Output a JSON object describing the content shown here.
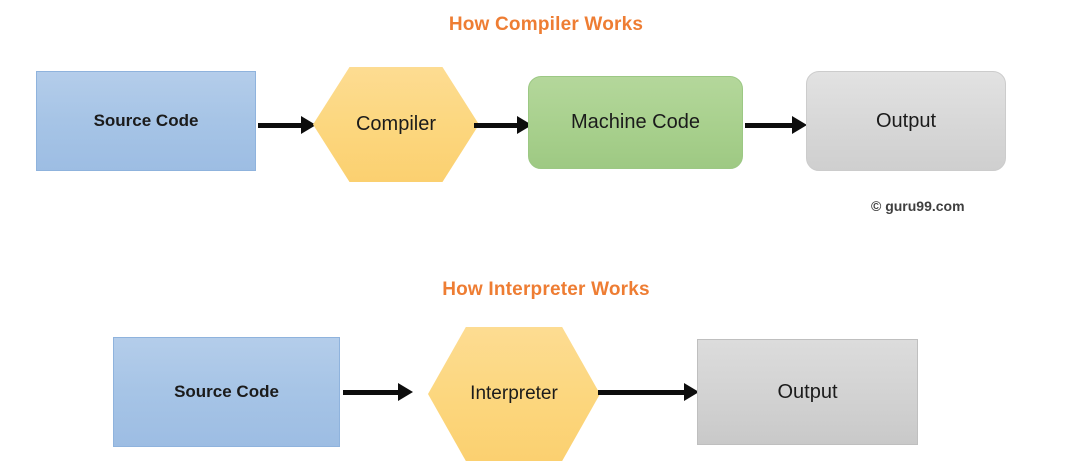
{
  "sections": [
    {
      "title": "How Compiler Works",
      "nodes": [
        {
          "label": "Source Code",
          "shape": "rectangle",
          "color": "#a6c4e6"
        },
        {
          "label": "Compiler",
          "shape": "hexagon",
          "color": "#fcd77f"
        },
        {
          "label": "Machine Code",
          "shape": "rounded-rectangle",
          "color": "#a8d08d"
        },
        {
          "label": "Output",
          "shape": "rounded-rectangle",
          "color": "#d9d9d9"
        }
      ],
      "arrows": [
        {
          "from": "Source Code",
          "to": "Compiler"
        },
        {
          "from": "Compiler",
          "to": "Machine Code"
        },
        {
          "from": "Machine Code",
          "to": "Output"
        }
      ]
    },
    {
      "title": "How Interpreter Works",
      "nodes": [
        {
          "label": "Source Code",
          "shape": "rectangle",
          "color": "#a6c4e6"
        },
        {
          "label": "Interpreter",
          "shape": "hexagon",
          "color": "#fcd77f"
        },
        {
          "label": "Output",
          "shape": "rectangle",
          "color": "#d4d4d4"
        }
      ],
      "arrows": [
        {
          "from": "Source Code",
          "to": "Interpreter"
        },
        {
          "from": "Interpreter",
          "to": "Output"
        }
      ]
    }
  ],
  "credit": "© guru99.com",
  "colors": {
    "title_orange": "#ed7d31",
    "blue": "#a6c4e6",
    "amber": "#fcd77f",
    "green": "#a8d08d",
    "gray": "#d9d9d9",
    "arrow": "#0d0d0d"
  }
}
